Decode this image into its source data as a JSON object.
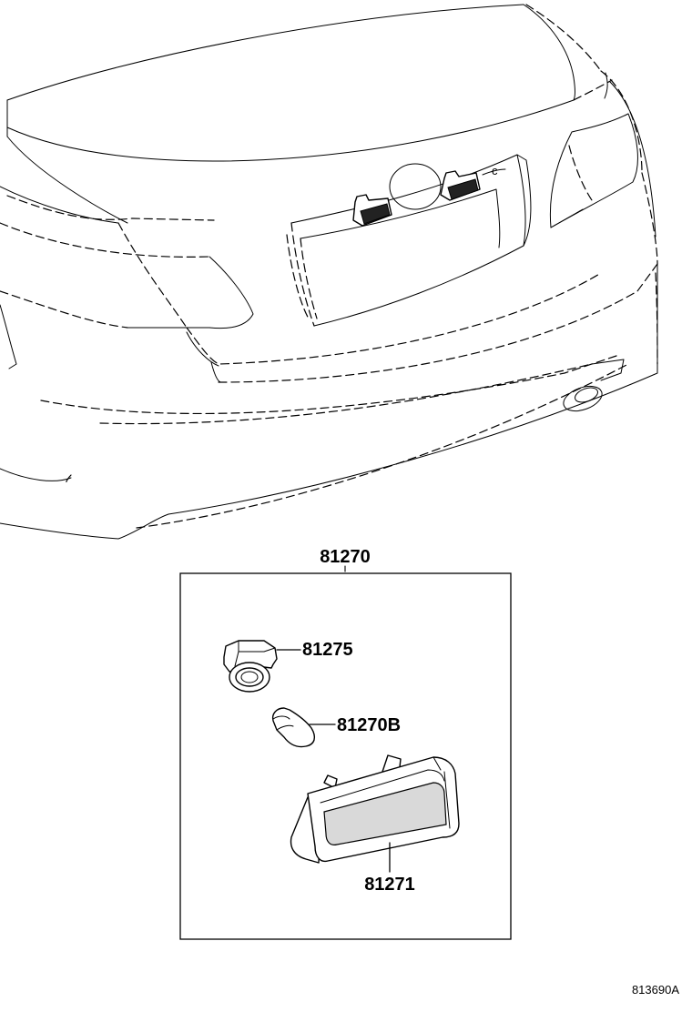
{
  "diagram": {
    "assembly_label": "81270",
    "parts": [
      {
        "id": "socket",
        "label": "81275"
      },
      {
        "id": "bulb",
        "label": "81270B"
      },
      {
        "id": "lens_housing",
        "label": "81271"
      }
    ],
    "figure_ref": "813690A"
  }
}
